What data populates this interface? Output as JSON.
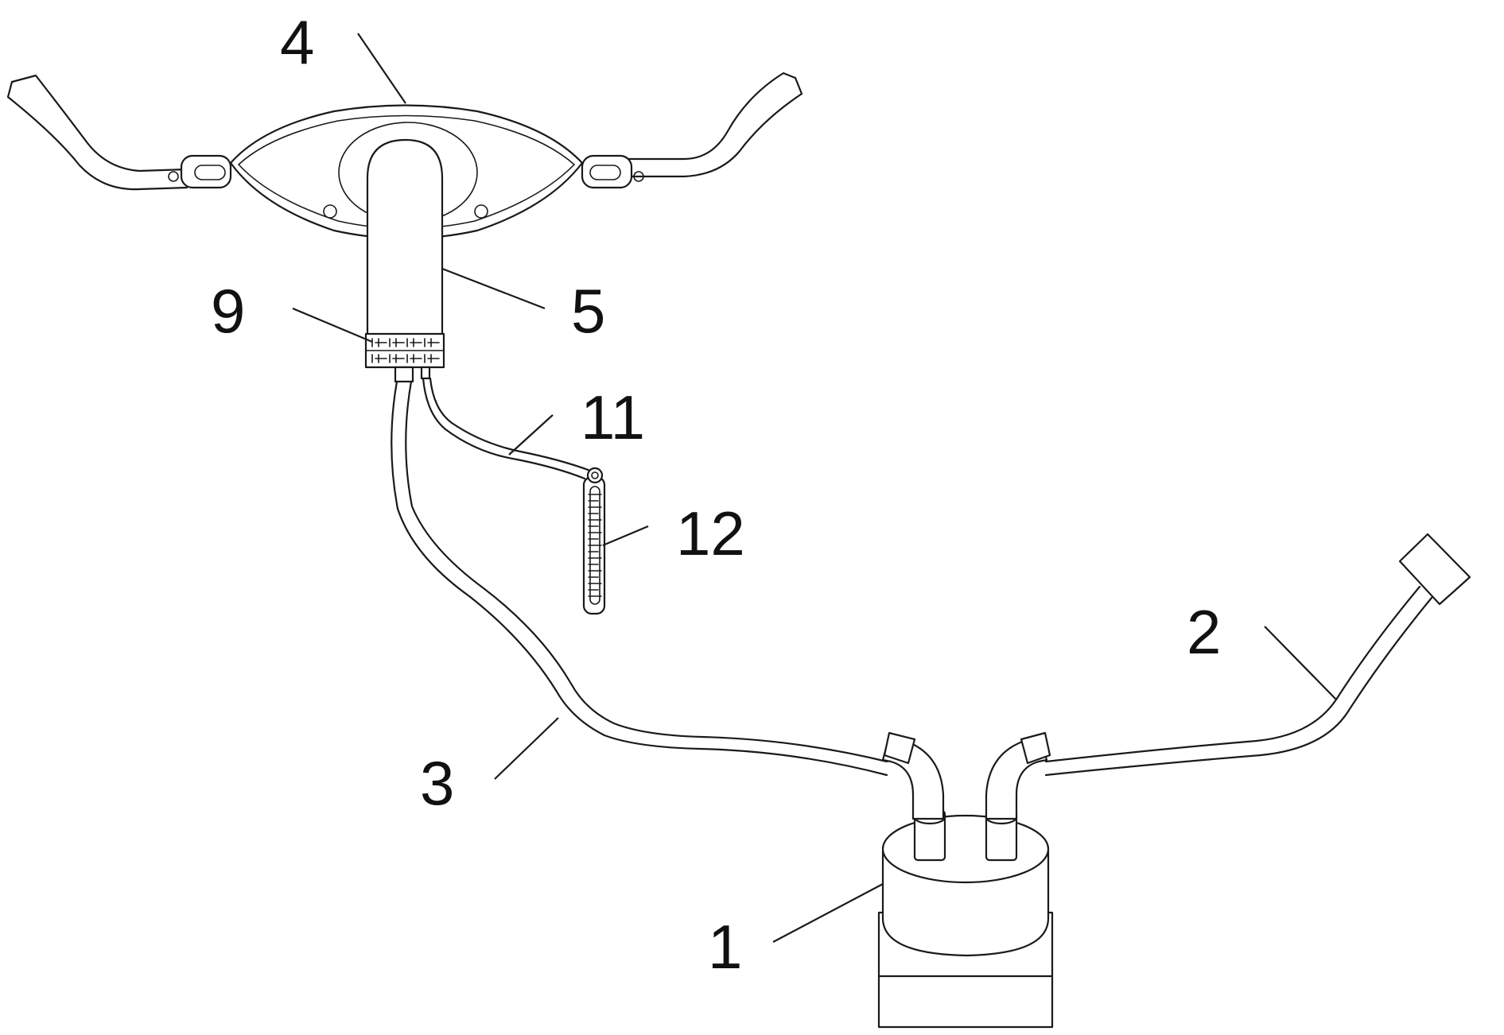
{
  "labels": {
    "part_1": "1",
    "part_2": "2",
    "part_3": "3",
    "part_4": "4",
    "part_5": "5",
    "part_9": "9",
    "part_11": "11",
    "part_12": "12"
  },
  "colors": {
    "line": "#1a1a1a",
    "background": "#ffffff"
  }
}
